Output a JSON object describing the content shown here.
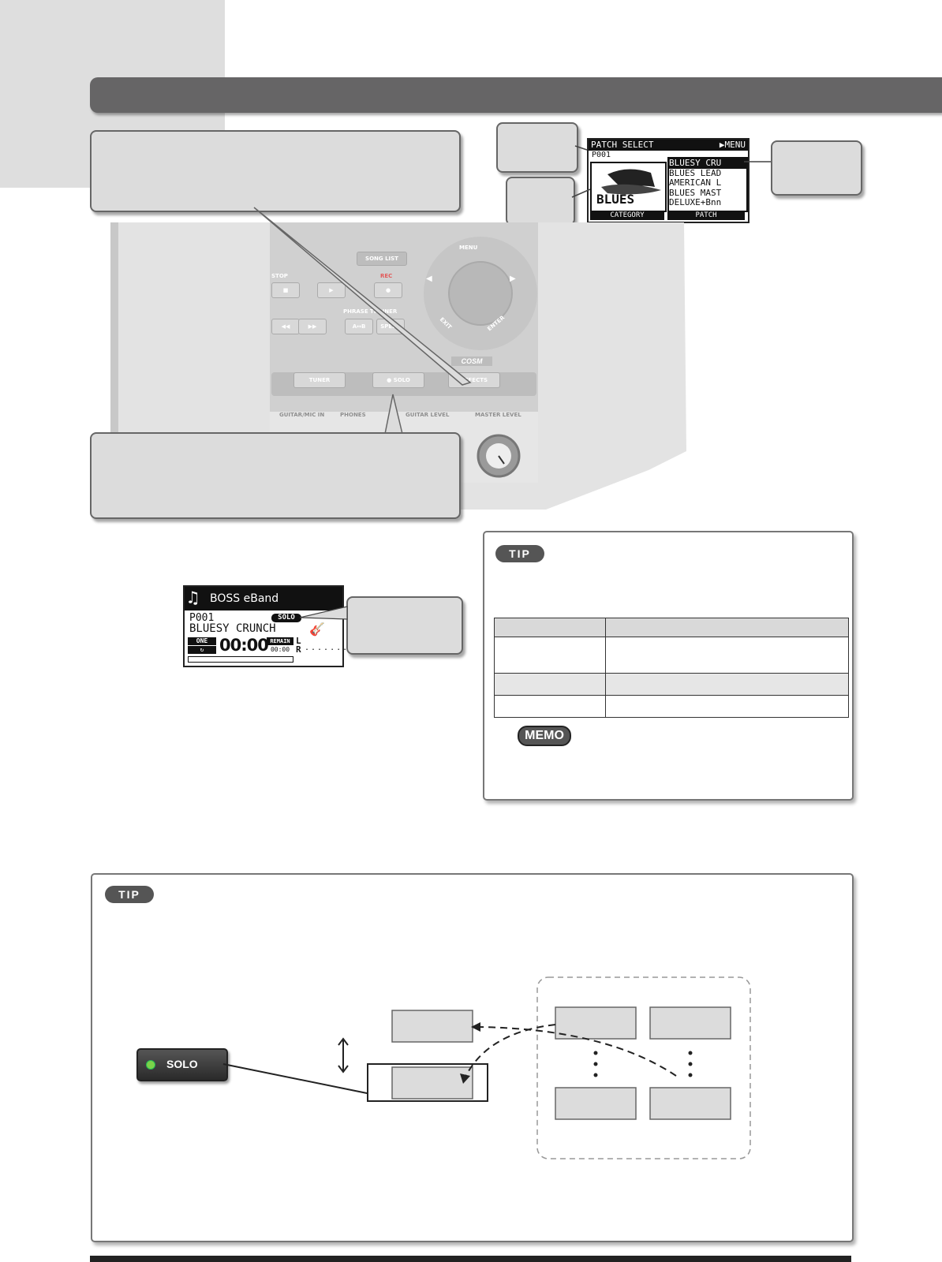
{
  "patch_select_screen": {
    "title": "PATCH SELECT",
    "menu_label": "MENU",
    "patch_number": "P001",
    "category_art_text": "BLUES",
    "patch_list": [
      "BLUESY CRU",
      "BLUES LEAD",
      "AMERICAN L",
      "BLUES MAST",
      "DELUXE+Bnn"
    ],
    "tab_category": "CATEGORY",
    "tab_patch": "PATCH"
  },
  "device_panel": {
    "buttons": {
      "song_list": "SONG LIST",
      "menu": "MENU",
      "stop": "STOP",
      "rec": "REC",
      "phrase_trainer": "PHRASE TRAINER",
      "ab": "A↔B",
      "speed": "SPEED",
      "exit": "EXIT",
      "enter": "ENTER",
      "cosm": "COSM",
      "tuner": "TUNER",
      "solo": "SOLO",
      "effects": "EFFECTS"
    },
    "jacks": {
      "guitar_mic_in": "GUITAR/MIC IN",
      "phones": "PHONES",
      "guitar_level": "GUITAR LEVEL",
      "master_level": "MASTER LEVEL"
    }
  },
  "main_screen": {
    "app_name": "BOSS eBand",
    "patch_number": "P001",
    "solo_badge": "SOLO",
    "patch_name": "BLUESY CRUNCH",
    "mode": "ONE",
    "time": "00:00",
    "remain_label": "REMAIN",
    "remain_time": "00:00",
    "channel_l": "L",
    "channel_r": "R"
  },
  "tip_box_1": {
    "badge": "TIP",
    "memo_badge": "MEMO"
  },
  "tip_box_2": {
    "badge": "TIP",
    "solo_button_label": "SOLO"
  },
  "colors": {
    "banner": "#666566",
    "callout_fill": "#dcdcdc",
    "corner_fill": "#dedede",
    "solo_led": "#7bd34a"
  }
}
